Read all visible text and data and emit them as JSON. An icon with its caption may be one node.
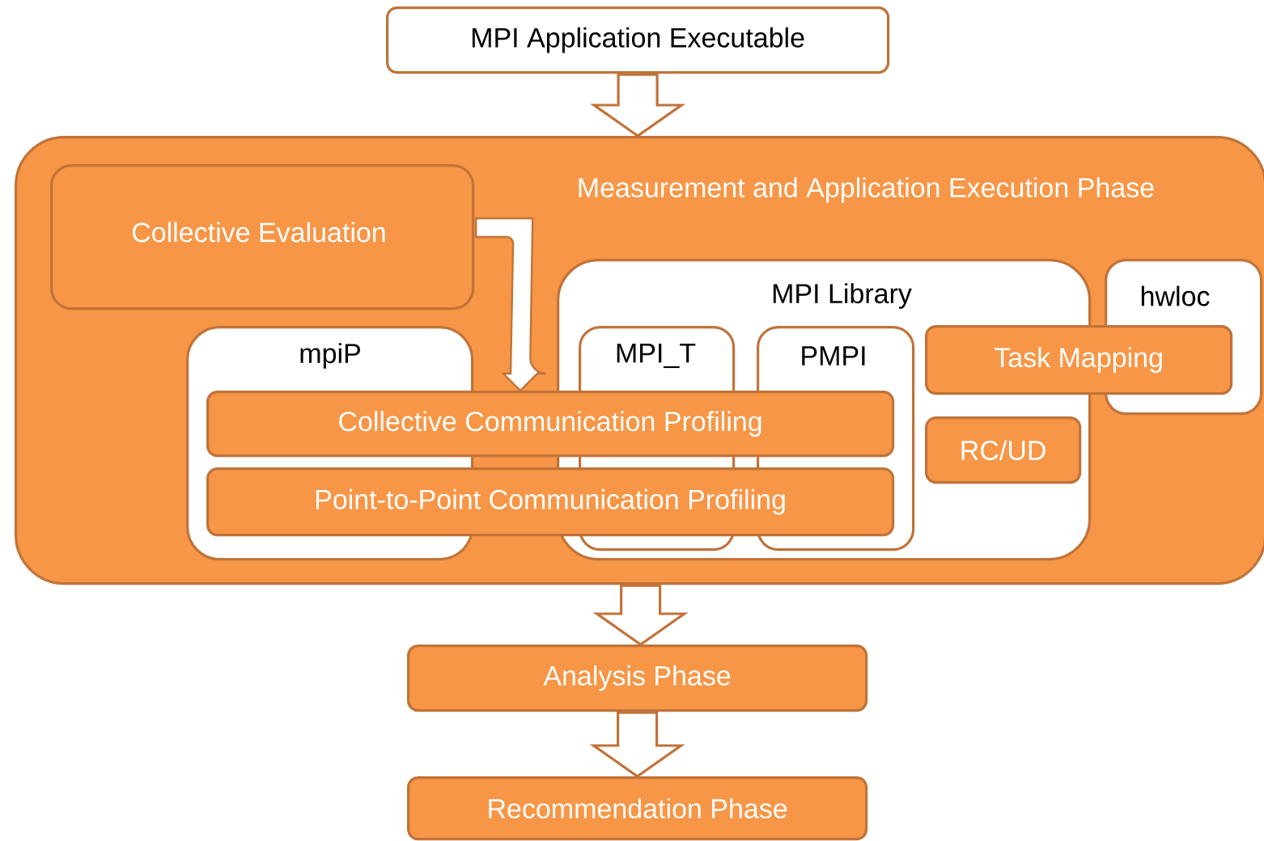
{
  "diagram": {
    "nodes": [
      {
        "text": [
          "MPI Application Executable"
        ]
      },
      {
        "text": [
          "Measurement and Application Execution Phase"
        ]
      },
      {
        "text": [
          "Collective Evaluation"
        ],
        "in": 1
      },
      {
        "text": [
          "mpiP"
        ],
        "in": 1
      },
      {
        "text": [
          "MPI Library"
        ],
        "in": 1
      },
      {
        "text": [
          "MPI_T"
        ],
        "in": 4
      },
      {
        "text": [
          "PMPI"
        ],
        "in": 4
      },
      {
        "text": [
          "hwloc"
        ],
        "in": 1
      },
      {
        "text": [
          "Task Mapping"
        ],
        "in": 1
      },
      {
        "text": [
          "Collective Communication Profiling"
        ],
        "in": 1
      },
      {
        "text": [
          "Point-to-Point Communication Profiling"
        ],
        "in": 1
      },
      {
        "text": [
          "RC/UD"
        ],
        "in": 4
      },
      {
        "text": [
          "Analysis Phase"
        ]
      },
      {
        "text": [
          "Recommendation Phase"
        ]
      }
    ],
    "edges": [
      {
        "from": 0,
        "to": 1,
        "arrow": "to"
      },
      {
        "from": 2,
        "to": 9,
        "arrow": "to"
      },
      {
        "from": 1,
        "to": 12,
        "arrow": "to"
      },
      {
        "from": 12,
        "to": 13,
        "arrow": "to"
      }
    ]
  }
}
